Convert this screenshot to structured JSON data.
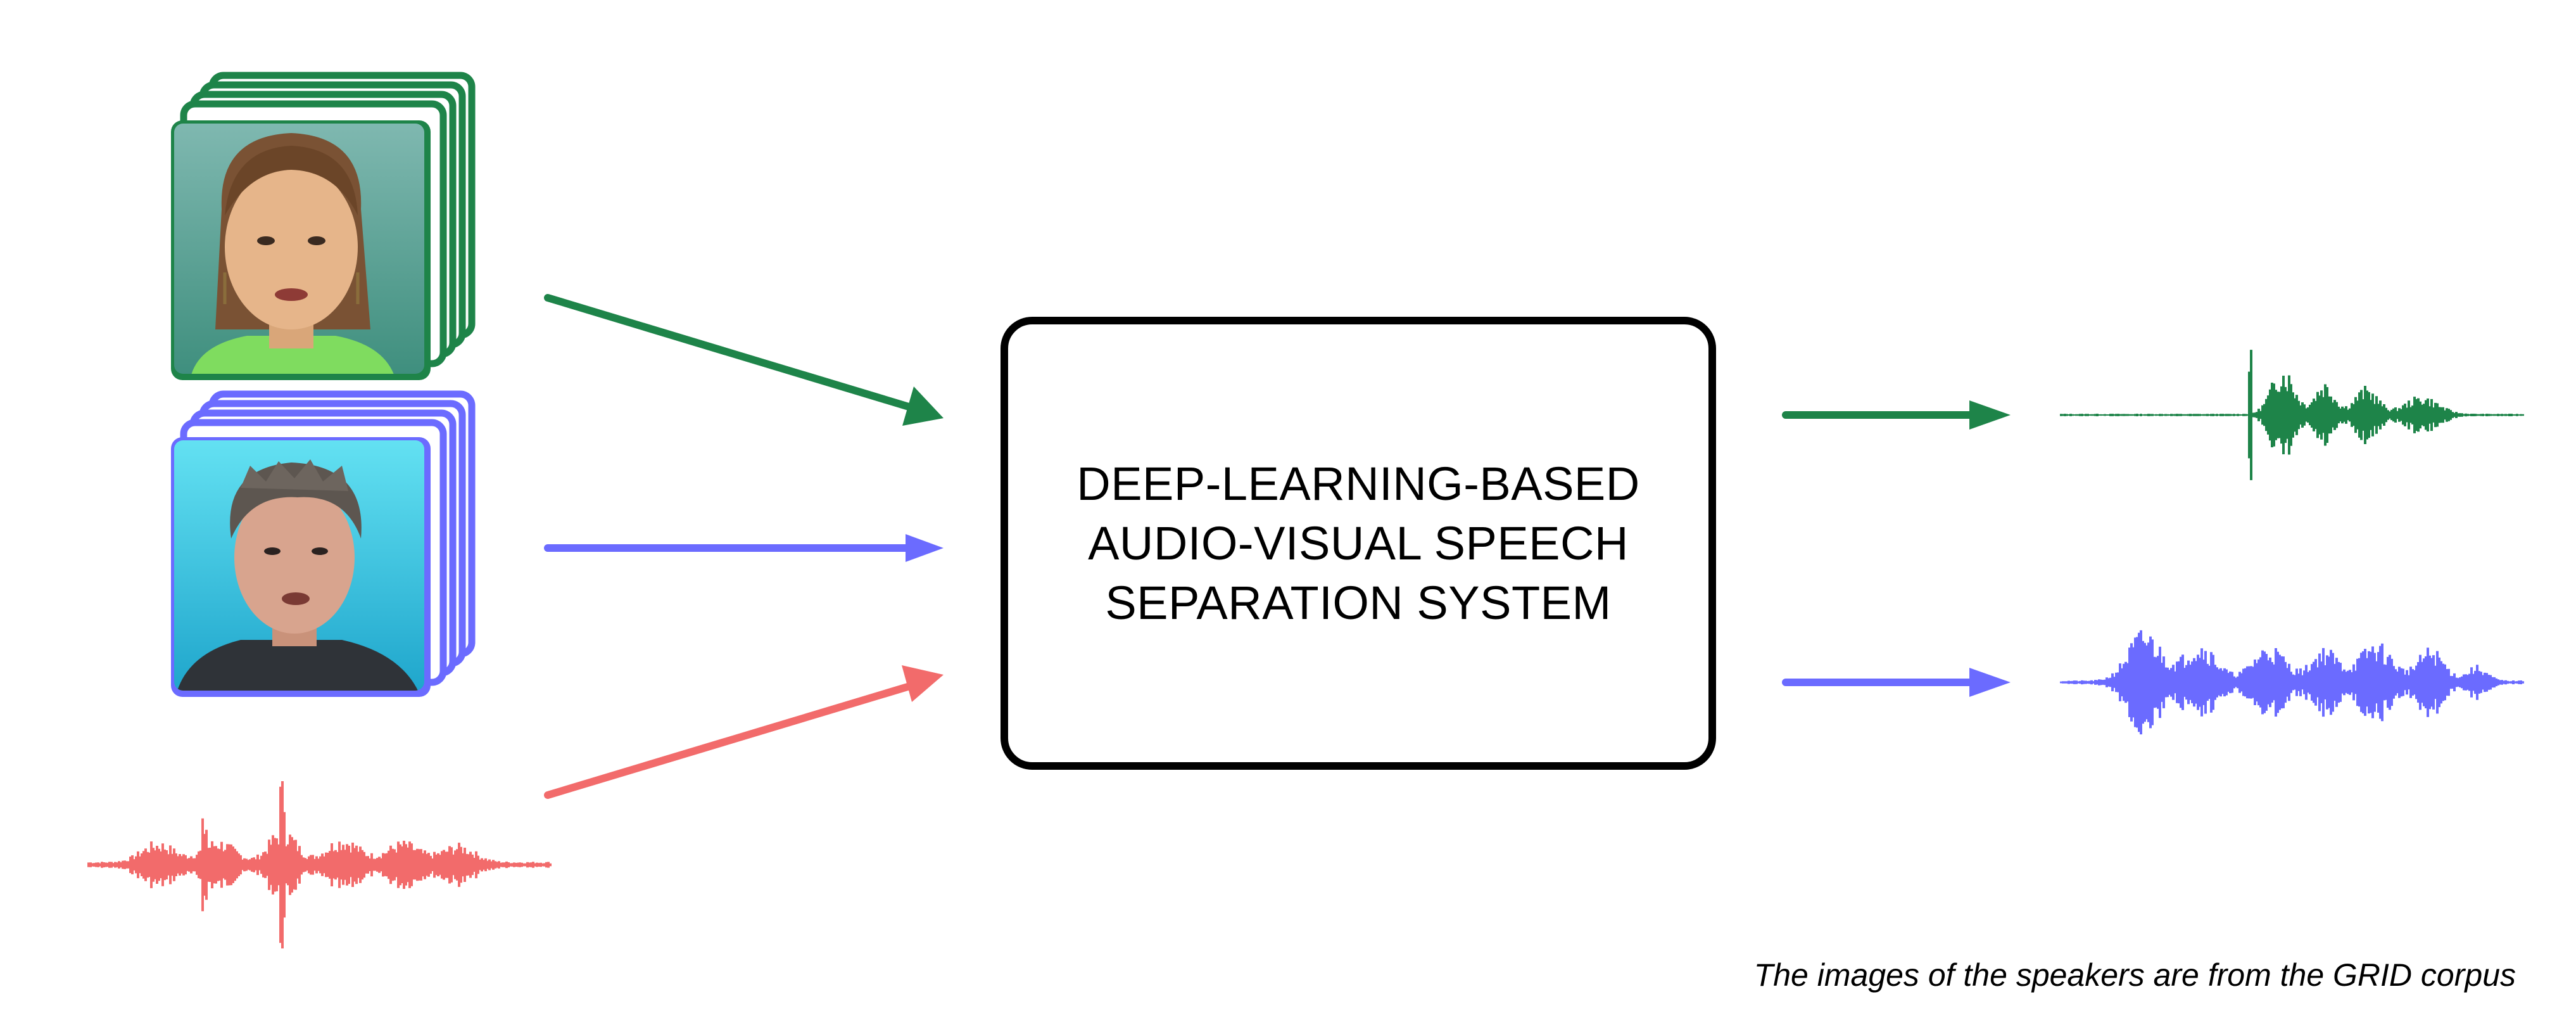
{
  "system_box": {
    "lines": [
      "DEEP-LEARNING-BASED",
      "AUDIO-VISUAL SPEECH",
      "SEPARATION SYSTEM"
    ]
  },
  "inputs": {
    "speaker_1": {
      "icon": "female-speaker-video-frames",
      "color": "#1e8449"
    },
    "speaker_2": {
      "icon": "male-speaker-video-frames",
      "color": "#6b6bff"
    },
    "mixture_audio": {
      "icon": "mixed-audio-waveform",
      "color": "#f26b6b"
    }
  },
  "outputs": {
    "speaker_1_audio": {
      "icon": "separated-waveform-speaker-1",
      "color": "#1e8449"
    },
    "speaker_2_audio": {
      "icon": "separated-waveform-speaker-2",
      "color": "#6b6bff"
    }
  },
  "caption": "The images of the speakers are from the GRID corpus"
}
